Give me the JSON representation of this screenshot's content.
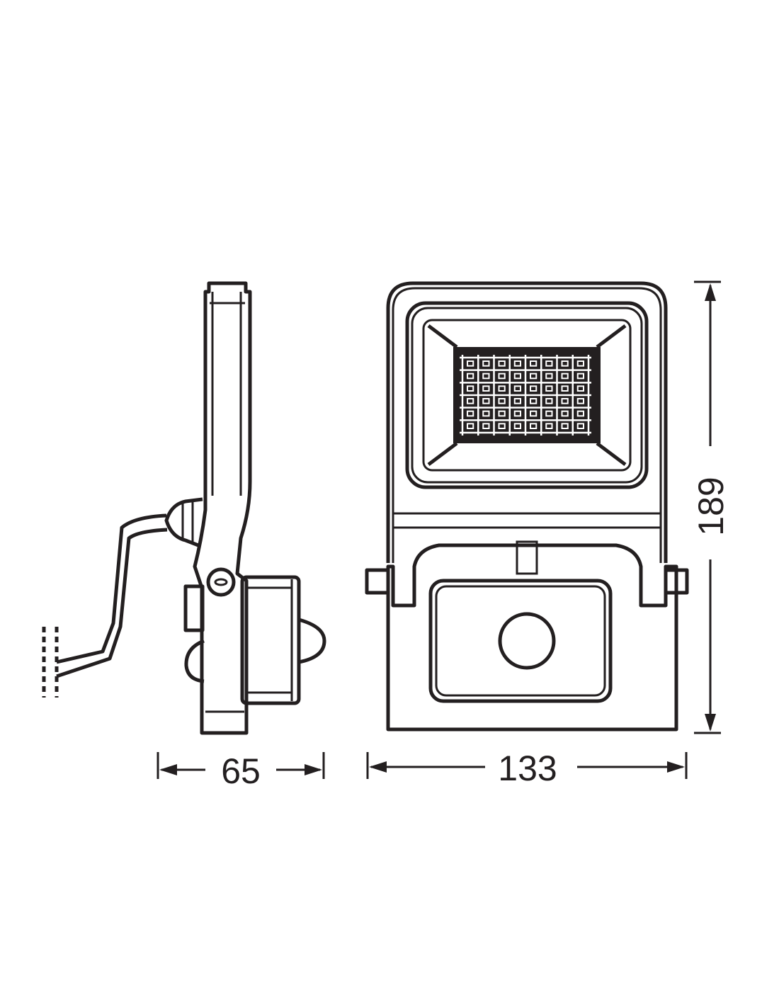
{
  "dimensions": {
    "depth": "65",
    "width": "133",
    "height": "189"
  },
  "led_grid": {
    "columns": 8,
    "rows": 6
  },
  "colors": {
    "line": "#231f20",
    "background": "#ffffff"
  }
}
